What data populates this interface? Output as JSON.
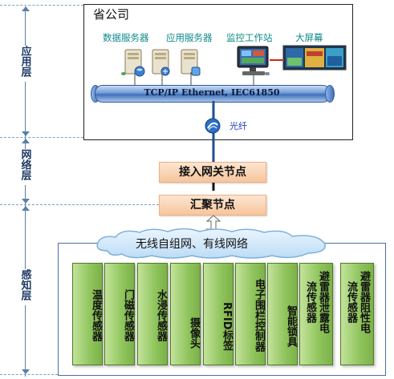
{
  "layers": {
    "application": "应用层",
    "network": "网络层",
    "sensing": "感知层"
  },
  "province": {
    "title": "省公司",
    "servers": [
      {
        "label": "数据服务器",
        "icon": "database-server-icon"
      },
      {
        "label": "应用服务器",
        "icon": "application-server-icon"
      },
      {
        "label": "监控工作站",
        "icon": "monitor-workstation-icon"
      },
      {
        "label": "大屏幕",
        "icon": "large-screen-icon"
      }
    ],
    "bus_label": "TCP/IP Ethernet, IEC61850",
    "fiber_label": "光纤"
  },
  "network": {
    "access_node": "接入网关节点",
    "aggregation_node": "汇聚节点"
  },
  "sensing": {
    "cloud_label": "无线自组网、有线网络",
    "sensors": [
      {
        "text": "温度传感器"
      },
      {
        "text": "门磁传感器"
      },
      {
        "text": "水浸传感器"
      },
      {
        "text": "摄像头"
      },
      {
        "text": "RFID标签"
      },
      {
        "text": "电子围栏控制器"
      },
      {
        "text": "智能锁具"
      },
      {
        "text": "避雷器泄露电流传感器"
      },
      {
        "text": "避雷器阻性电流传感器"
      }
    ]
  },
  "colors": {
    "server_label": "#0f8a8a",
    "node_fill": "#f7c59b",
    "sensor_fill": "#8fc45c",
    "bus": "#3f6fb8"
  }
}
